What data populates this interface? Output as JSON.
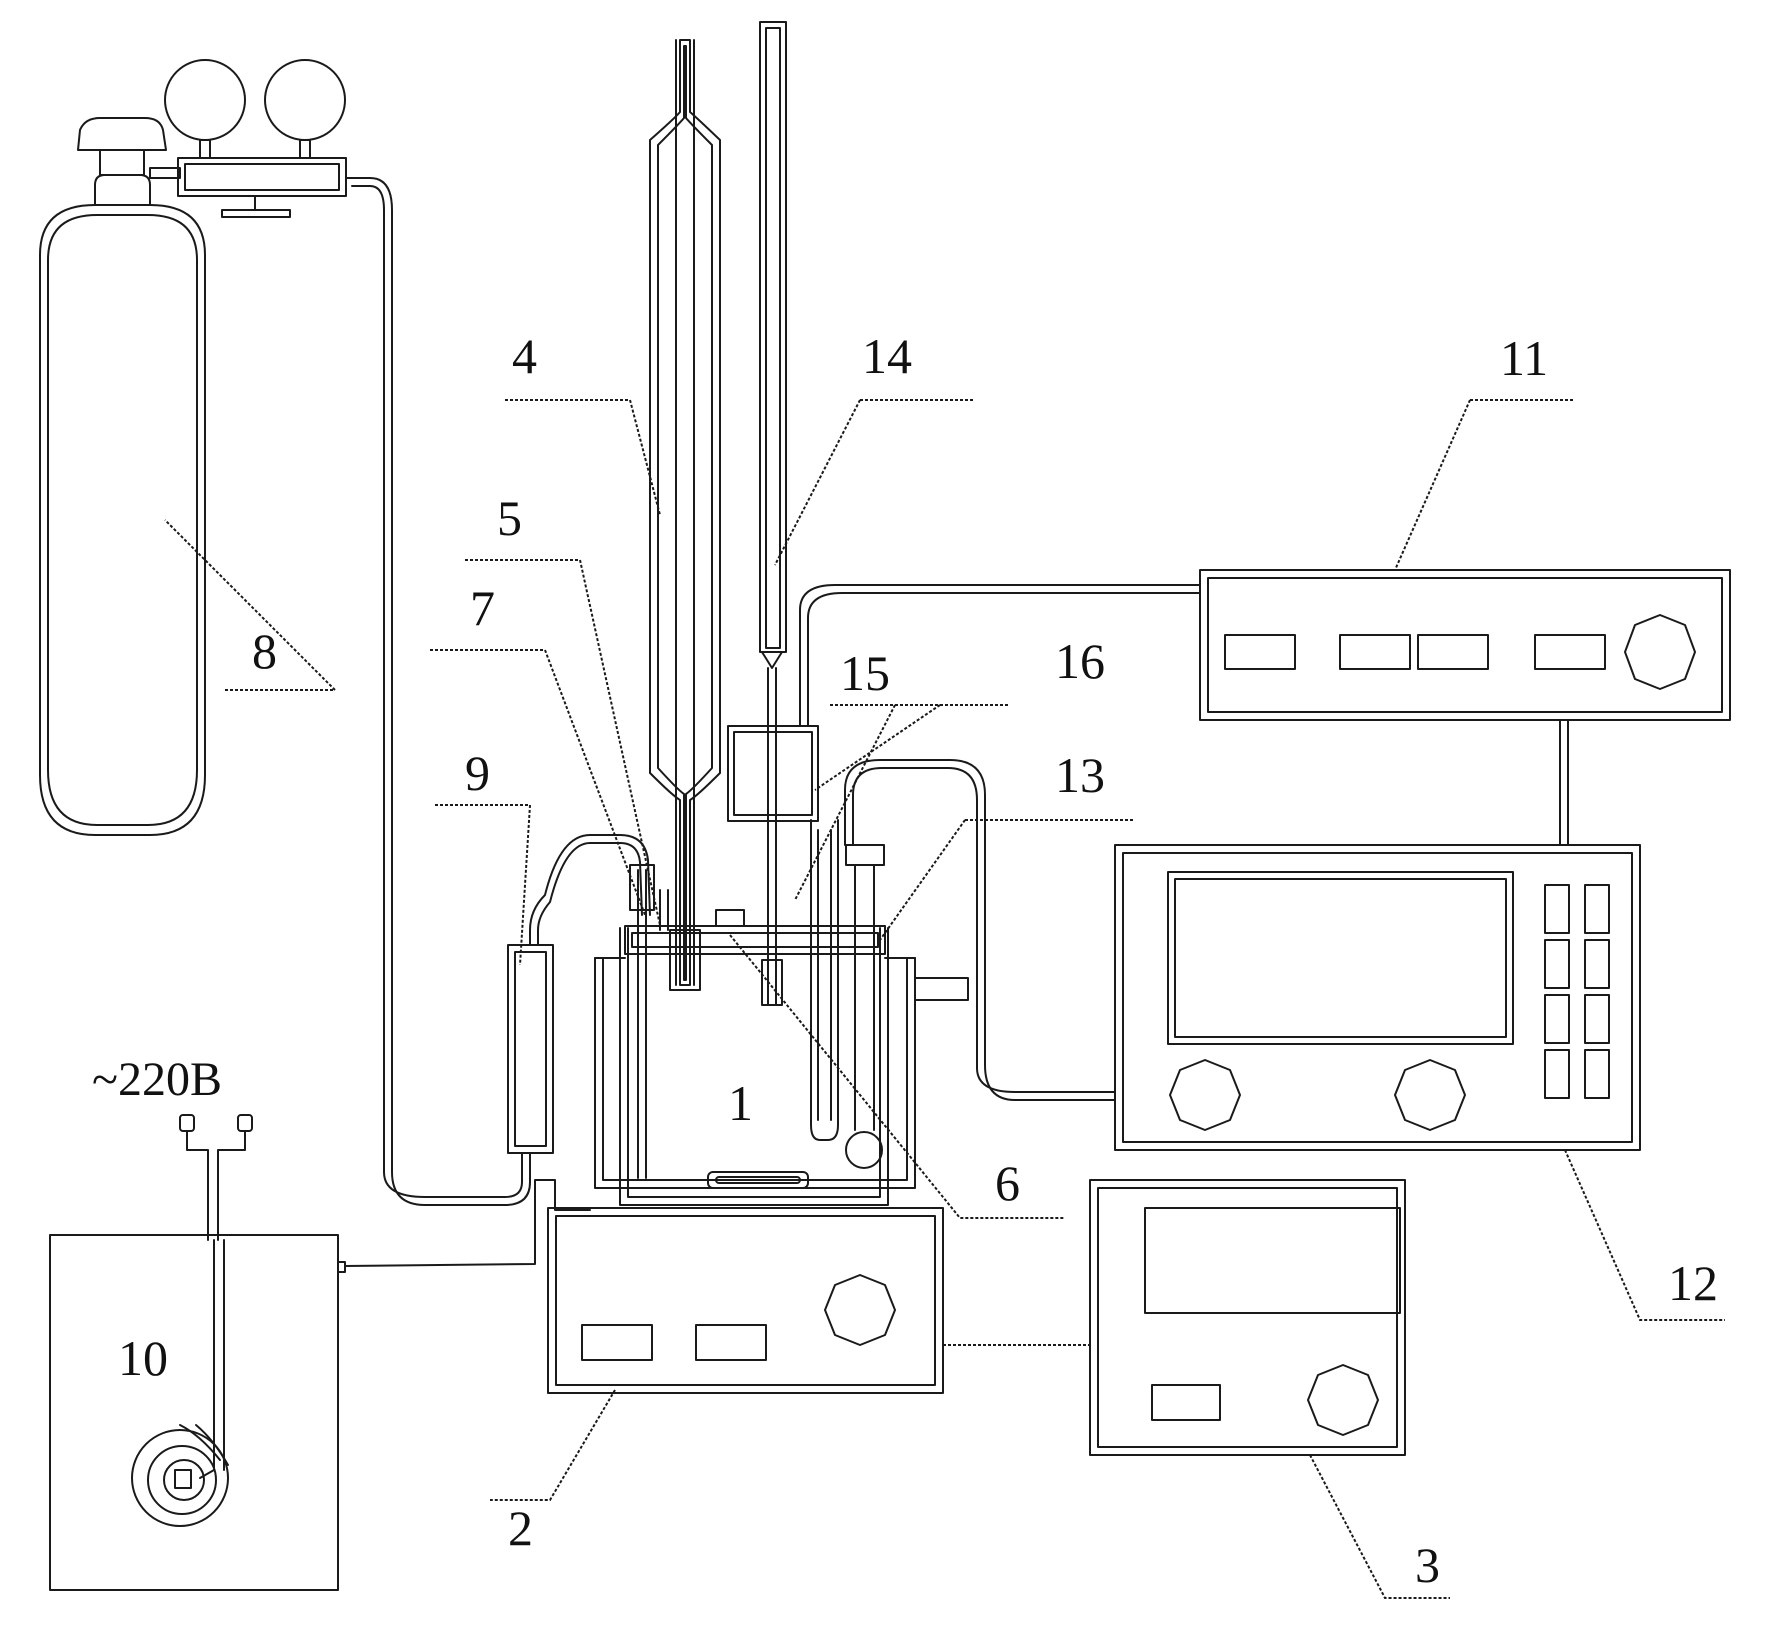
{
  "labels": {
    "l1": "1",
    "l2": "2",
    "l3": "3",
    "l4": "4",
    "l5": "5",
    "l6": "6",
    "l7": "7",
    "l8": "8",
    "l9": "9",
    "l10": "10",
    "l11": "11",
    "l12": "12",
    "l13": "13",
    "l14": "14",
    "l15": "15",
    "l16": "16"
  },
  "power_supply": "~220B"
}
